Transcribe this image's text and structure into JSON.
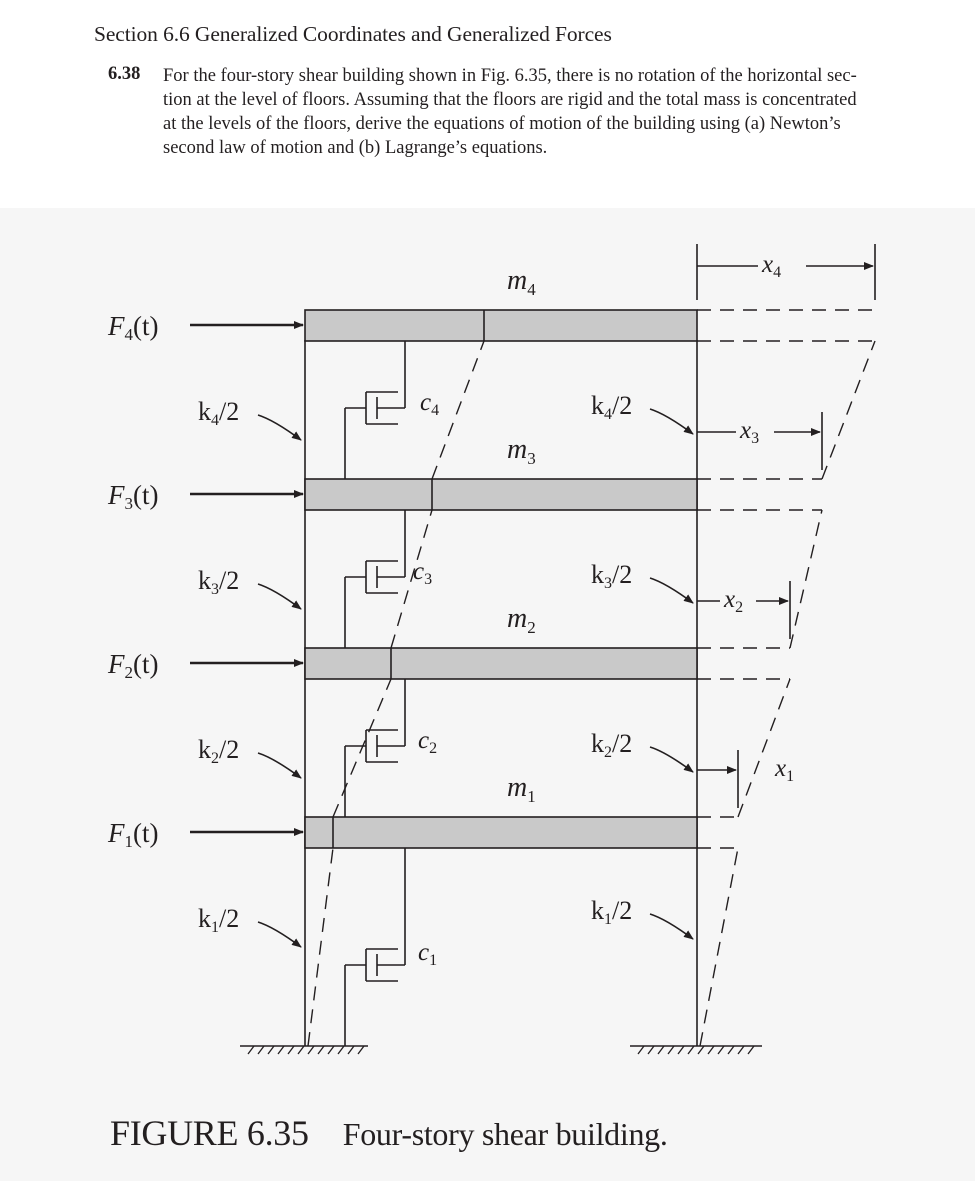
{
  "section": {
    "heading": "Section 6.6 Generalized Coordinates and Generalized Forces"
  },
  "problem": {
    "number": "6.38",
    "lines": [
      "For the four-story shear building shown in Fig. 6.35, there is no rotation of the horizontal sec-",
      "tion at the level of floors. Assuming that the floors are rigid and the total mass is concentrated",
      "at the levels of the floors, derive the equations of motion of the building using (a) Newton’s",
      "second law of motion and (b) Lagrange’s equations."
    ]
  },
  "figure": {
    "forces": [
      {
        "sym": "F",
        "sub": "4",
        "arg": "(t)"
      },
      {
        "sym": "F",
        "sub": "3",
        "arg": "(t)"
      },
      {
        "sym": "F",
        "sub": "2",
        "arg": "(t)"
      },
      {
        "sym": "F",
        "sub": "1",
        "arg": "(t)"
      }
    ],
    "masses": [
      {
        "sym": "m",
        "sub": "4"
      },
      {
        "sym": "m",
        "sub": "3"
      },
      {
        "sym": "m",
        "sub": "2"
      },
      {
        "sym": "m",
        "sub": "1"
      }
    ],
    "springs_left": [
      {
        "sym": "k",
        "sub": "4",
        "rest": "/2"
      },
      {
        "sym": "k",
        "sub": "3",
        "rest": "/2"
      },
      {
        "sym": "k",
        "sub": "2",
        "rest": "/2"
      },
      {
        "sym": "k",
        "sub": "1",
        "rest": "/2"
      }
    ],
    "springs_right": [
      {
        "sym": "k",
        "sub": "4",
        "rest": "/2"
      },
      {
        "sym": "k",
        "sub": "3",
        "rest": "/2"
      },
      {
        "sym": "k",
        "sub": "2",
        "rest": "/2"
      },
      {
        "sym": "k",
        "sub": "1",
        "rest": "/2"
      }
    ],
    "dampers": [
      {
        "sym": "c",
        "sub": "4"
      },
      {
        "sym": "c",
        "sub": "3"
      },
      {
        "sym": "c",
        "sub": "2"
      },
      {
        "sym": "c",
        "sub": "1"
      }
    ],
    "displacements": [
      {
        "sym": "x",
        "sub": "4"
      },
      {
        "sym": "x",
        "sub": "3"
      },
      {
        "sym": "x",
        "sub": "2"
      },
      {
        "sym": "x",
        "sub": "1"
      }
    ],
    "colors": {
      "floor_fill": "#c9c9c9",
      "ink": "#231f20",
      "background": "#f6f6f6"
    }
  },
  "caption": {
    "label": "FIGURE 6.35",
    "title": "Four-story shear building."
  }
}
